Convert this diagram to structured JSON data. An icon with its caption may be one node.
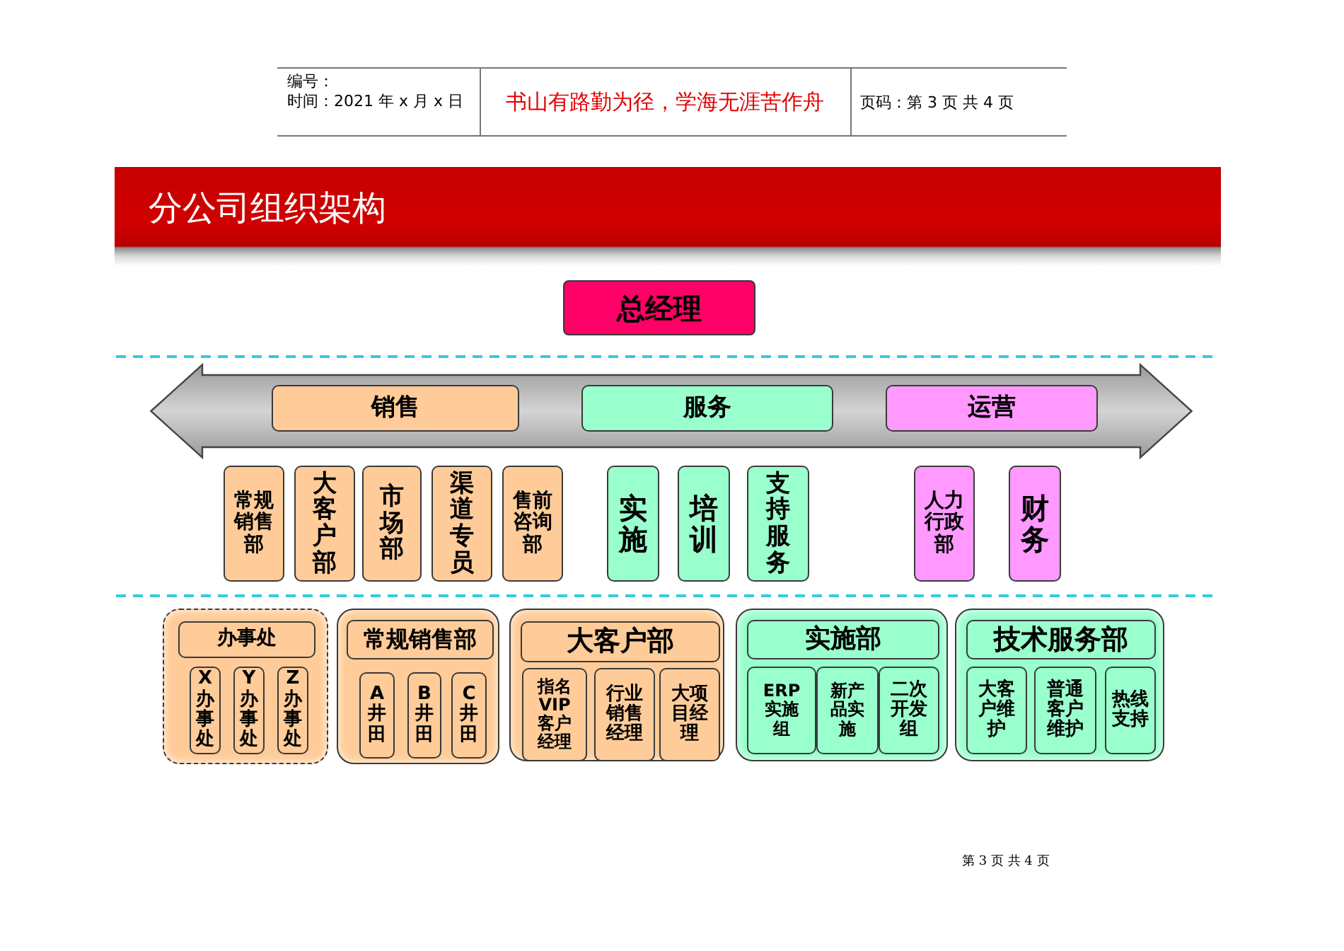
{
  "diagram": {
    "title": "分公司组织架构",
    "nodes": [
      {
        "text": [
          "总经理"
        ]
      },
      {
        "text": [],
        "shape": "arrow"
      },
      {
        "text": [
          "销售"
        ],
        "in": 1
      },
      {
        "text": [
          "服务"
        ],
        "in": 1
      },
      {
        "text": [
          "运营"
        ],
        "in": 1
      },
      {
        "text": [
          "常规销售部"
        ]
      },
      {
        "text": [
          "大客户部"
        ]
      },
      {
        "text": [
          "市场部"
        ]
      },
      {
        "text": [
          "渠道专员"
        ]
      },
      {
        "text": [
          "售前咨询部"
        ]
      },
      {
        "text": [
          "实施"
        ]
      },
      {
        "text": [
          "培训"
        ]
      },
      {
        "text": [
          "支持服务"
        ]
      },
      {
        "text": [
          "人力行政部"
        ]
      },
      {
        "text": [
          "财务"
        ]
      },
      {
        "text": [],
        "shape": "box"
      },
      {
        "text": [
          "办事处"
        ],
        "in": 15
      },
      {
        "text": [
          "X办事处"
        ],
        "in": 15
      },
      {
        "text": [
          "Y办事处"
        ],
        "in": 15
      },
      {
        "text": [
          "Z办事处"
        ],
        "in": 15
      },
      {
        "text": [],
        "shape": "box"
      },
      {
        "text": [
          "常规销售部"
        ],
        "in": 20
      },
      {
        "text": [
          "A井田"
        ],
        "in": 20
      },
      {
        "text": [
          "B井田"
        ],
        "in": 20
      },
      {
        "text": [
          "C井田"
        ],
        "in": 20
      },
      {
        "text": [],
        "shape": "box"
      },
      {
        "text": [
          "大客户部"
        ],
        "in": 25
      },
      {
        "text": [
          "指名**VIP**客户经理"
        ],
        "in": 25
      },
      {
        "text": [
          "行业销售经理"
        ],
        "in": 25
      },
      {
        "text": [
          "大项目经理"
        ],
        "in": 25
      },
      {
        "text": [],
        "shape": "box"
      },
      {
        "text": [
          "实施部"
        ],
        "in": 30
      },
      {
        "text": [
          "**ERP**实施组"
        ],
        "in": 30
      },
      {
        "text": [
          "新产品实施"
        ],
        "in": 30
      },
      {
        "text": [
          "二次开发组"
        ],
        "in": 30
      },
      {
        "text": [],
        "shape": "box"
      },
      {
        "text": [
          "技术服务部"
        ],
        "in": 35
      },
      {
        "text": [
          "大客户维护"
        ],
        "in": 35
      },
      {
        "text": [
          "普通客户维护"
        ],
        "in": 35
      },
      {
        "text": [
          "热线支持"
        ],
        "in": 35
      }
    ],
    "labels": [
      "编号：",
      "时间：2021 年 x 月 x 日",
      "书山有路勤为径，学海无涯苦作舟",
      "页码：第 3 页 共 4 页",
      "第 3 页 共 4 页"
    ]
  }
}
